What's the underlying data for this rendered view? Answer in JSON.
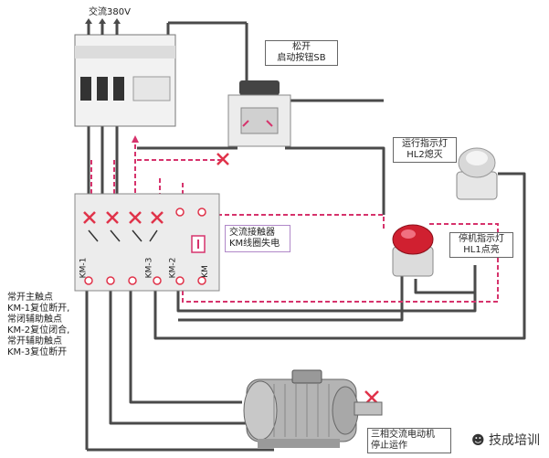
{
  "labels": {
    "power_supply": "交流380V",
    "button_top": "松开",
    "button_bottom": "启动按钮SB",
    "run_lamp_line1": "运行指示灯",
    "run_lamp_line2": "HL2熄灭",
    "contactor_line1": "交流接触器",
    "contactor_line2": "KM线圈失电",
    "stop_lamp_line1": "停机指示灯",
    "stop_lamp_line2": "HL1点亮",
    "contacts_note": [
      "常开主触点",
      "KM-1复位断开,",
      "常闭辅助触点",
      "KM-2复位闭合,",
      "常开辅助触点",
      "KM-3复位断开"
    ],
    "motor_line1": "三相交流电动机",
    "motor_line2": "停止运作",
    "km1": "KM-1",
    "km3": "KM-3",
    "km2": "KM-2",
    "km": "KM"
  },
  "watermark": "技成培训",
  "colors": {
    "wire_dark": "#4a4a4a",
    "wire_pink": "#d6336c",
    "cross": "#e0334a",
    "panel": "#ececec",
    "lamp_red": "#d02030"
  }
}
